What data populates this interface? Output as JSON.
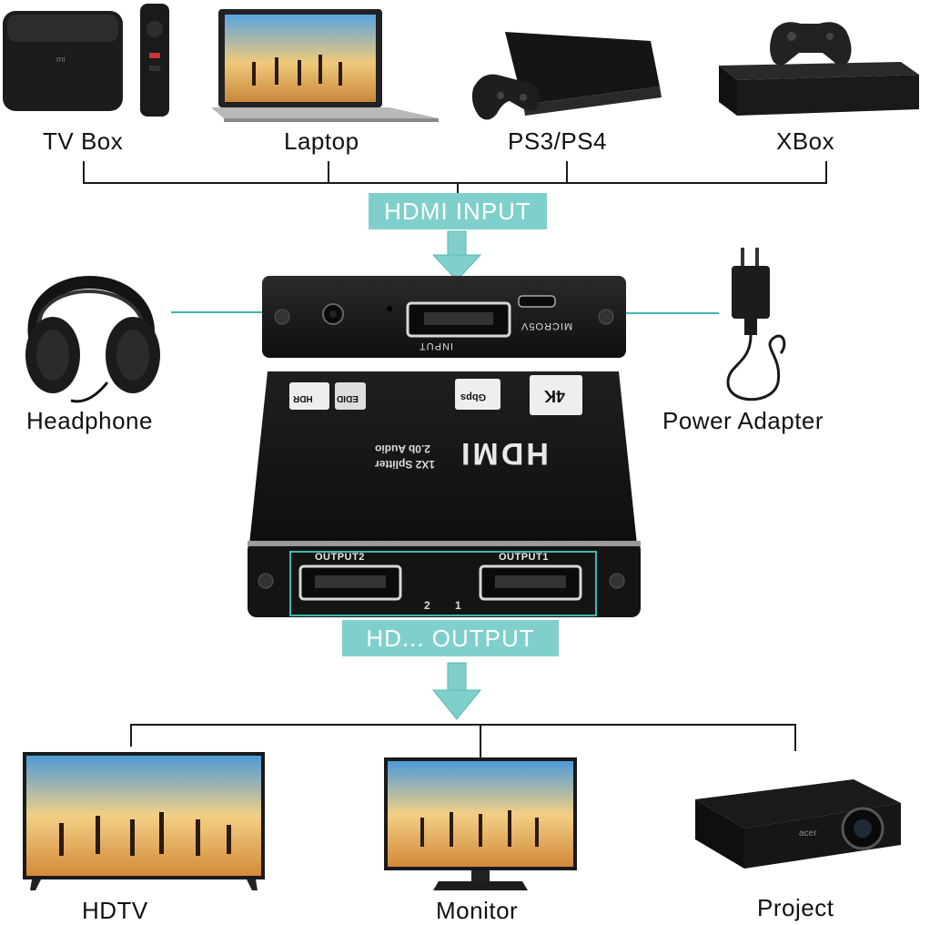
{
  "inputs": {
    "heading": "HDMI INPUT",
    "devices": [
      "TV Box",
      "Laptop",
      "PS3/PS4",
      "XBox"
    ]
  },
  "outputs": {
    "heading": "HD... OUTPUT",
    "devices": [
      "HDTV",
      "Monitor",
      "Project"
    ]
  },
  "side": {
    "left": "Headphone",
    "right": "Power Adapter"
  },
  "splitter_top": {
    "port_input": "INPUT",
    "port_micro": "MICRO5V"
  },
  "splitter_body": {
    "brand": "HDMI",
    "sub1": "2.0b Audio",
    "sub2": "1X2 Splitter",
    "badge_edid": "EDID",
    "badge_hdr": "HDR",
    "badge_speed": "Gbps",
    "badge_4k": "4K",
    "port_out2": "OUTPUT2",
    "port_out1": "OUTPUT1",
    "led2": "2",
    "led1": "1"
  },
  "colors": {
    "accent": "#7fd0cc",
    "device": "#1b1b1d"
  }
}
